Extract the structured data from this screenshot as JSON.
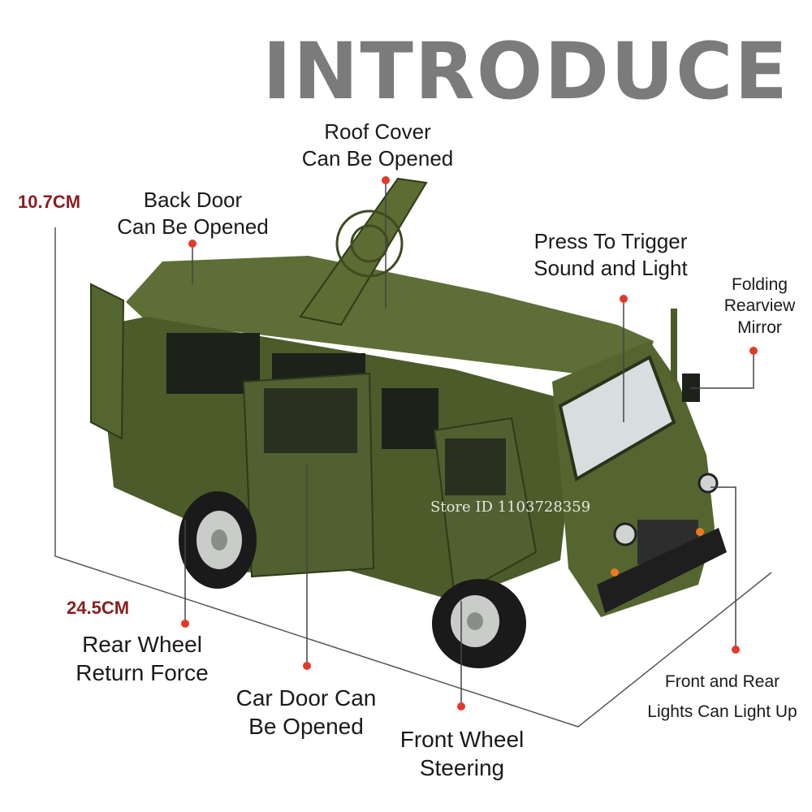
{
  "title": "INTRODUCE",
  "dimensions": {
    "height": "10.7CM",
    "length": "24.5CM"
  },
  "labels": {
    "roof": {
      "line1": "Roof Cover",
      "line2": "Can Be Opened"
    },
    "back_door": {
      "line1": "Back Door",
      "line2": "Can Be Opened"
    },
    "press": {
      "line1": "Press To Trigger",
      "line2": "Sound and Light"
    },
    "mirror": {
      "line1": "Folding",
      "line2": "Rearview",
      "line3": "Mirror"
    },
    "rear_wheel": {
      "line1": "Rear Wheel",
      "line2": "Return Force"
    },
    "car_door": {
      "line1": "Car Door Can",
      "line2": "Be Opened"
    },
    "front_wheel": {
      "line1": "Front Wheel",
      "line2": "Steering"
    },
    "lights": {
      "line1": "Front and Rear",
      "line2": "Lights Can Light Up"
    }
  },
  "watermark": "Store ID 1103728359",
  "colors": {
    "body": "#4b5b2a",
    "body_dark": "#3a4820",
    "title": "#7b7b7b",
    "dim": "#8b1e1e",
    "dot": "#e23a2a"
  }
}
